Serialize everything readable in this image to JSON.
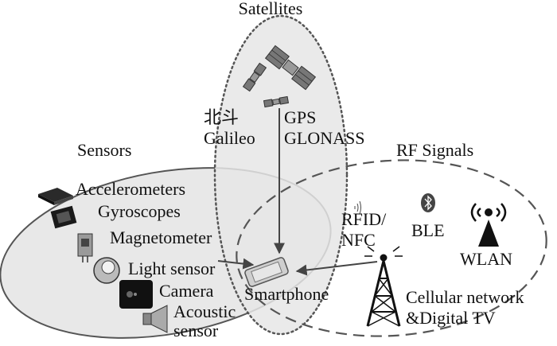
{
  "satellites": {
    "title": "Satellites",
    "beidou": "北斗",
    "galileo": "Galileo",
    "gps": "GPS",
    "glonass": "GLONASS"
  },
  "sensors": {
    "title": "Sensors",
    "items": [
      "Accelerometers",
      "Gyroscopes",
      "Magnetometer",
      "Light sensor",
      "Camera"
    ],
    "acoustic_line1": "Acoustic",
    "acoustic_line2": "sensor"
  },
  "rf": {
    "title": "RF Signals",
    "rfid_line1": "RFID/",
    "rfid_line2": "NFC",
    "ble": "BLE",
    "wlan": "WLAN",
    "cellular_line1": "Cellular network",
    "cellular_line2": "&Digital TV"
  },
  "center": {
    "label": "Smartphone"
  },
  "colors": {
    "ellipse_fill": "#e9e9e9",
    "stroke": "#555555",
    "text": "#111111",
    "icon_dark": "#1a1a1a"
  }
}
